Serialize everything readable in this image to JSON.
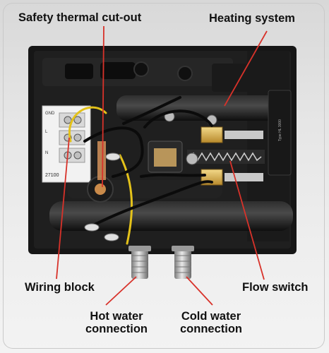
{
  "labels": {
    "safety_thermal_cutout": "Safety thermal cut-out",
    "heating_system": "Heating system",
    "wiring_block": "Wiring block",
    "flow_switch": "Flow switch",
    "hot_water_line1": "Hot water",
    "hot_water_line2": "connection",
    "cold_water_line1": "Cold water",
    "cold_water_line2": "connection"
  },
  "colors": {
    "leader_line": "#d8322a",
    "label_text": "#111111",
    "housing": "#151515",
    "yellow_wire": "#e4c21a"
  }
}
